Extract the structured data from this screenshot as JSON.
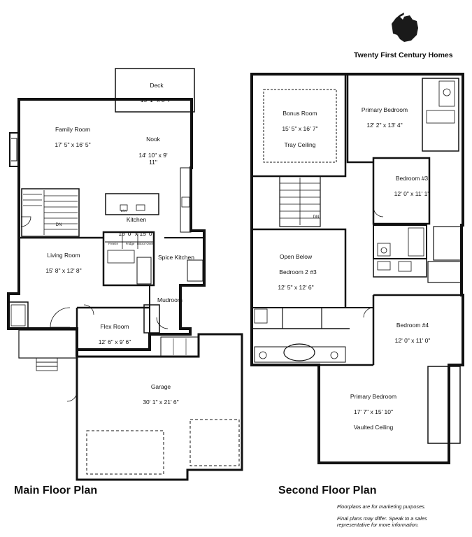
{
  "brand": {
    "name": "Twenty First Century Homes",
    "logo_icon": "horse-head-logo-icon"
  },
  "main_floor": {
    "title": "Main Floor Plan",
    "rooms": {
      "deck": {
        "name": "Deck",
        "size": "15' 1\" x 8' 7\""
      },
      "family_room": {
        "name": "Family Room",
        "size": "17' 5\" x 16' 5\""
      },
      "nook": {
        "name": "Nook",
        "size_line1": "14' 10\" x 9'",
        "size_line2": "11\""
      },
      "kitchen": {
        "name": "Kitchen",
        "size": "16' 0\" x 15' 0\""
      },
      "living_room": {
        "name": "Living Room",
        "size": "15' 8\" x 12' 8\""
      },
      "spice_kitchen": {
        "name": "Spice Kitchen"
      },
      "mudroom": {
        "name": "Mudroom"
      },
      "flex_room": {
        "name": "Flex Room",
        "size": "12' 6\" x 9' 6\""
      },
      "garage": {
        "name": "Garage",
        "size": "30' 1\" x 21' 6\""
      }
    },
    "small_labels": {
      "freezer": "Freeze",
      "fridge": "Fridge",
      "micro_oven": "Micro/ Oven",
      "dishwasher": "D/W",
      "stair_dn": "DN"
    }
  },
  "second_floor": {
    "title": "Second Floor Plan",
    "rooms": {
      "bonus_room": {
        "name": "Bonus Room",
        "size": "15' 5\" x 16' 7\"",
        "note": "Tray Ceiling"
      },
      "primary_bedroom_top": {
        "name": "Primary Bedroom",
        "size": "12' 2\" x 13' 4\""
      },
      "bedroom3": {
        "name": "Bedroom #3",
        "size": "12' 0\" x 11' 1\""
      },
      "open_below": {
        "name": "Open Below",
        "overlap": "Bedroom 2 #3",
        "size": "12' 5\" x 12' 6\""
      },
      "bedroom4": {
        "name": "Bedroom #4",
        "size": "12' 0\" x 11' 0\""
      },
      "primary_bedroom_bottom": {
        "name": "Primary Bedroom",
        "size": "17' 7\" x 15' 10\"",
        "note": "Vaulted Ceiling"
      }
    },
    "small_labels": {
      "stair_dn": "DN"
    }
  },
  "disclaimer": {
    "line1": "Floorplans are for marketing purposes.",
    "line2": "Final plans may differ. Speak to a sales",
    "line3": "representative for more information."
  }
}
